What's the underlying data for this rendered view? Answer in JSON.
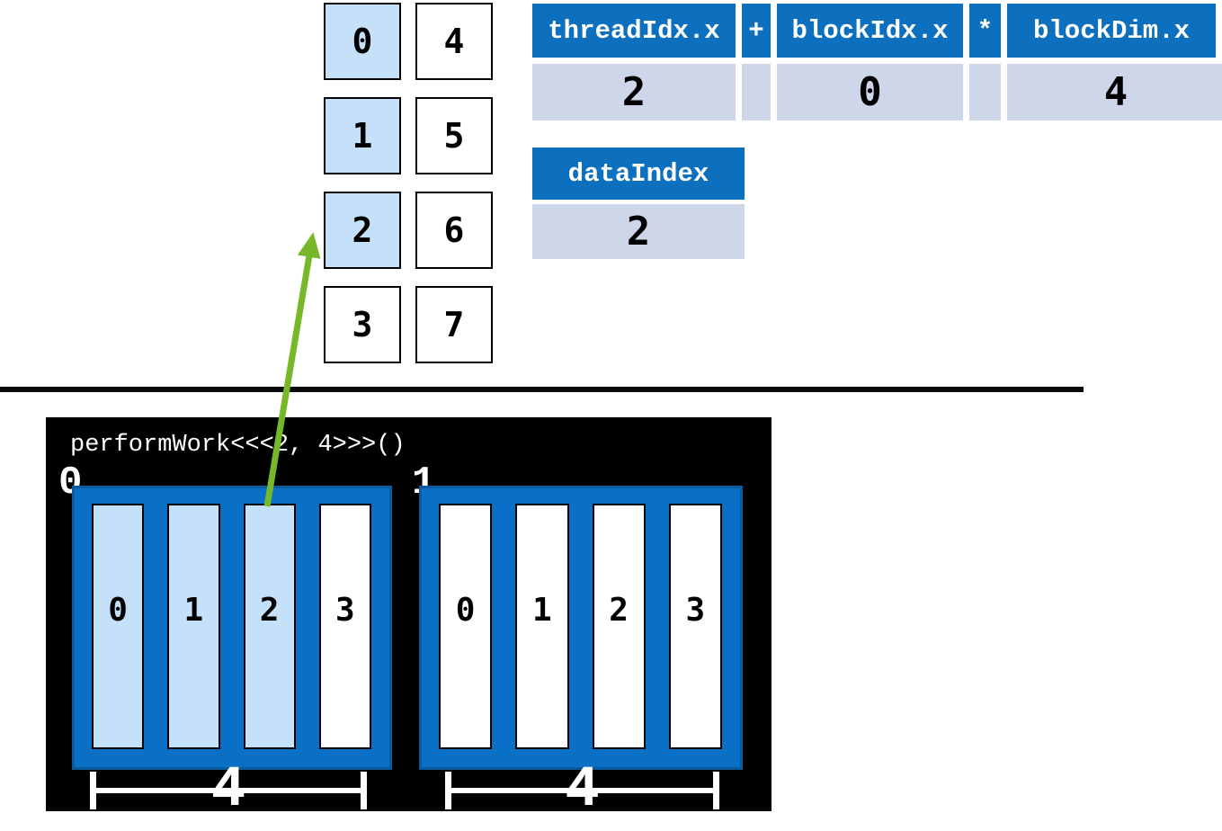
{
  "colors": {
    "header_blue": "#0C70BE",
    "block_blue": "#0A70C6",
    "block_border": "#0C5A9E",
    "highlight_blue": "#C5E1F9",
    "value_lavender": "#CED6EA",
    "arrow_green": "#76B82A",
    "panel_black": "#000000"
  },
  "memory_grid": {
    "cells": [
      {
        "value": "0",
        "highlighted": true
      },
      {
        "value": "1",
        "highlighted": true
      },
      {
        "value": "2",
        "highlighted": true
      },
      {
        "value": "3",
        "highlighted": false
      },
      {
        "value": "4",
        "highlighted": false
      },
      {
        "value": "5",
        "highlighted": false
      },
      {
        "value": "6",
        "highlighted": false
      },
      {
        "value": "7",
        "highlighted": false
      }
    ]
  },
  "index_expression_table": {
    "headers": [
      "threadIdx.x",
      "+",
      "blockIdx.x",
      "*",
      "blockDim.x"
    ],
    "values": [
      "2",
      "",
      "0",
      "",
      "4"
    ]
  },
  "data_index_table": {
    "header": "dataIndex",
    "value": "2"
  },
  "kernel_panel": {
    "launch_code": "performWork<<<2, 4>>>()",
    "blocks": [
      {
        "label": "0",
        "dim_label": "4",
        "threads": [
          {
            "value": "0",
            "highlighted": true
          },
          {
            "value": "1",
            "highlighted": true
          },
          {
            "value": "2",
            "highlighted": true
          },
          {
            "value": "3",
            "highlighted": false
          }
        ]
      },
      {
        "label": "1",
        "dim_label": "4",
        "threads": [
          {
            "value": "0",
            "highlighted": false
          },
          {
            "value": "1",
            "highlighted": false
          },
          {
            "value": "2",
            "highlighted": false
          },
          {
            "value": "3",
            "highlighted": false
          }
        ]
      }
    ]
  }
}
